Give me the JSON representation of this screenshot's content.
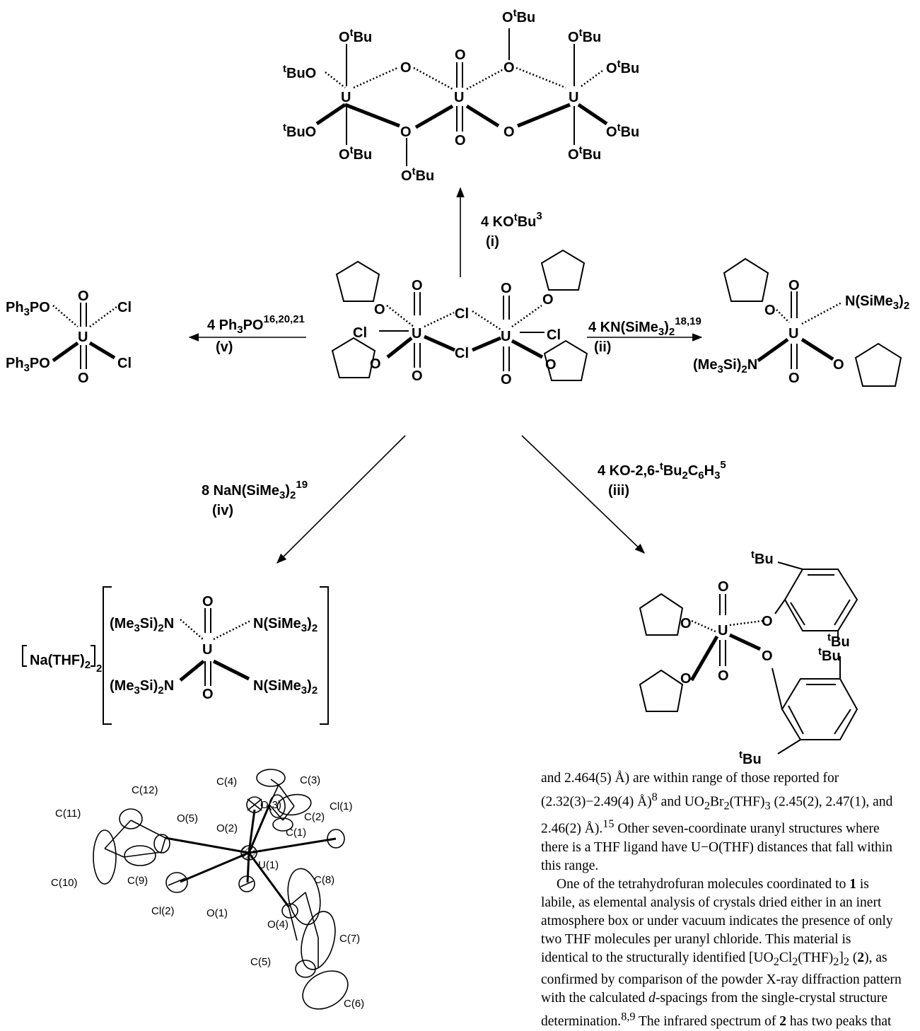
{
  "scheme": {
    "top_product": {
      "tBu": "Bu",
      "sup_t": "t",
      "O": "O",
      "U": "U"
    },
    "center_reactant": {
      "Cl": "Cl",
      "O": "O",
      "U": "U"
    },
    "reagents": {
      "i": {
        "label": "4 KO",
        "sup1": "t",
        "mid": "Bu",
        "sup2": "3",
        "num": "(i)"
      },
      "ii": {
        "label": "4 KN(SiMe",
        "sub": "3",
        "close": ")",
        "sub2": "2",
        "sup": "18,19",
        "num": "(ii)"
      },
      "iii": {
        "label": "4 KO-2,6-",
        "sup1": "t",
        "mid": "Bu",
        "sub1": "2",
        "mid2": "C",
        "sub2": "6",
        "mid3": "H",
        "sub3": "3",
        "sup": "5",
        "num": "(iii)"
      },
      "iv": {
        "label": "8 NaN(SiMe",
        "sub": "3",
        "close": ")",
        "sub2": "2",
        "sup": "19",
        "num": "(iv)"
      },
      "v": {
        "label": "4 Ph",
        "sub": "3",
        "mid": "PO",
        "sup": "16,20,21",
        "num": "(v)"
      }
    },
    "left_product": {
      "Ph3PO": "Ph",
      "sub3": "3",
      "PO": "PO",
      "Cl": "Cl",
      "O": "O",
      "U": "U"
    },
    "right_product": {
      "NSi": "N(SiMe",
      "sub3": "3",
      "close": ")",
      "sub2": "2",
      "MeSi": "(Me",
      "MeSi2": "Si)",
      "N": "N",
      "O": "O",
      "U": "U"
    },
    "bottom_left_product": {
      "counter": "Na(THF)",
      "sub2": "2",
      "amide_a": "(Me",
      "amide_b": "Si)",
      "amide_c": "N",
      "amide_r": "N(SiMe",
      "close": ")",
      "O": "O",
      "U": "U"
    },
    "bottom_right_product": {
      "tBu": "Bu",
      "sup_t": "t",
      "O": "O",
      "U": "U"
    }
  },
  "ortep_labels": [
    "C(4)",
    "C(3)",
    "C(12)",
    "C(2)",
    "C(11)",
    "O(5)",
    "O(3)",
    "Cl(1)",
    "O(2)",
    "C(1)",
    "C(10)",
    "C(9)",
    "U(1)",
    "C(8)",
    "Cl(2)",
    "O(1)",
    "O(4)",
    "C(7)",
    "C(5)",
    "C(6)"
  ],
  "text": {
    "p1_a": "and 2.464(5) Å) are within range of those reported for",
    "p1_b": "(2.32(3)−2.49(4) Å)",
    "p1_b_sup": "8",
    "p1_c": " and UO",
    "p1_d": "Br",
    "p1_e": "(THF)",
    "p1_f": " (2.45(2), 2.47(1), and",
    "p1_g": "2.46(2) Å).",
    "p1_g_sup": "15",
    "p1_h": " Other seven-coordinate uranyl structures where",
    "p1_i": "there is a THF ligand have U−O(THF) distances that fall within",
    "p1_j": "this range.",
    "p2_a": "One of the tetrahydrofuran molecules coordinated to ",
    "p2_bold1": "1",
    "p2_b": " is",
    "p2_c": "labile, as elemental analysis of crystals dried either in an inert",
    "p2_d": "atmosphere box or under vacuum indicates the presence of only",
    "p2_e": "two THF molecules per uranyl chloride. This material is",
    "p2_f": "identical to the structurally identified [UO",
    "p2_g": "Cl",
    "p2_h": "(THF)",
    "p2_i": "]",
    "p2_j": " (",
    "p2_bold2": "2",
    "p2_k": "), as",
    "p2_l": "confirmed by comparison of the powder X-ray diffraction pattern",
    "p2_m": "with the calculated ",
    "p2_it": "d",
    "p2_n": "-spacings from the single-crystal structure",
    "p2_o": "determination.",
    "p2_o_sup": "8,9",
    "p2_p": " The infrared spectrum of ",
    "p2_bold3": "2",
    "p2_q": " has two peaks that",
    "sub2": "2",
    "sub3": "3"
  }
}
